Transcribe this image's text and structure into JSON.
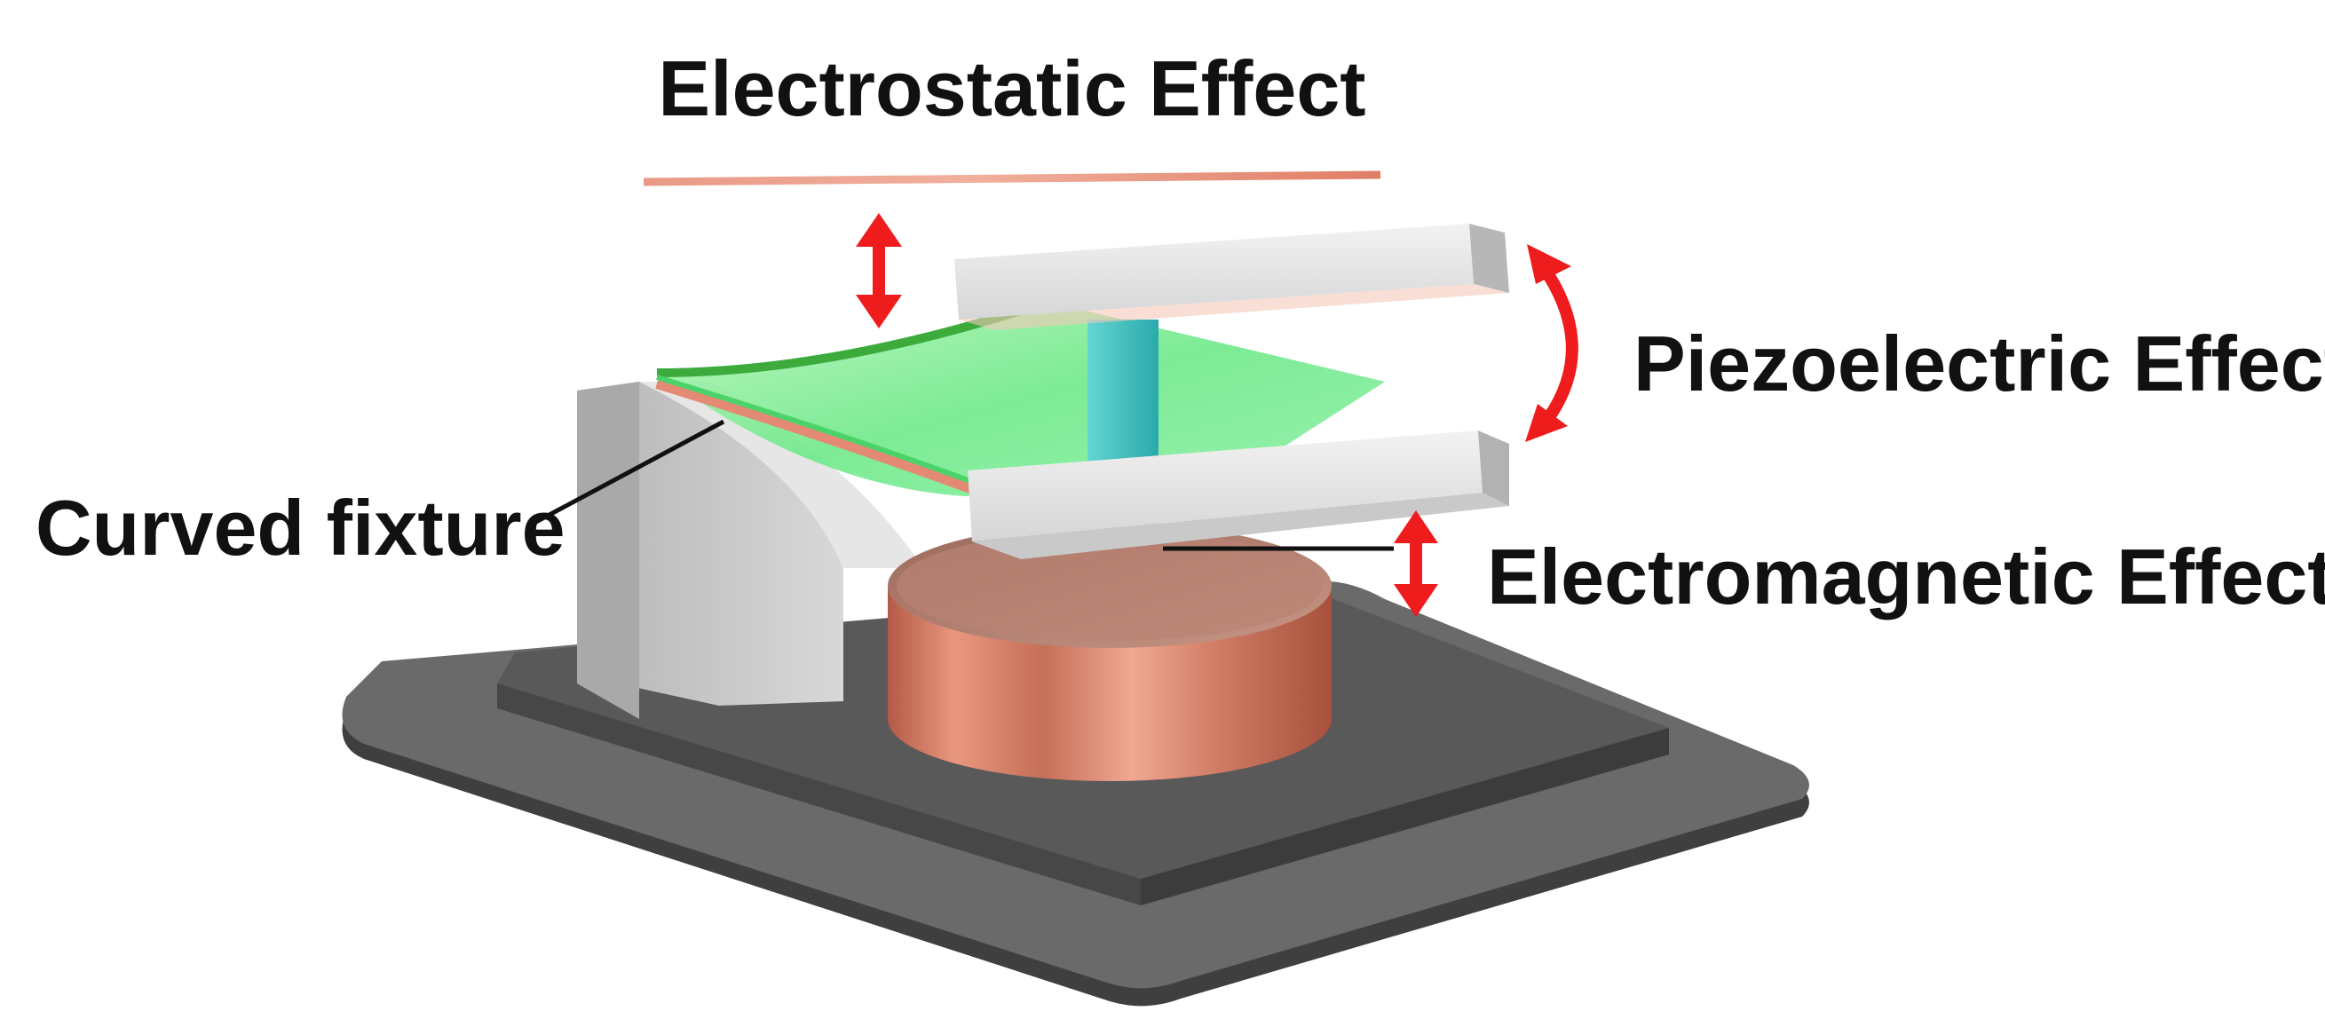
{
  "labels": {
    "electrostatic": "Electrostatic Effect",
    "piezoelectric": "Piezoelectric Effect",
    "electromagnetic": "Electromagnetic Effect",
    "curved_fixture": "Curved fixture"
  },
  "colors": {
    "arrow": "#ee1c1c",
    "electrode": "#e8a08c",
    "green_film": "#5fe37a",
    "copper_coil": "#d9826c",
    "base_plate": "#5d5d5d",
    "fixture_grey": "#c8c8c8",
    "magnet_bar": "#dcdcdc",
    "cyan_post": "#3fc8c8"
  }
}
